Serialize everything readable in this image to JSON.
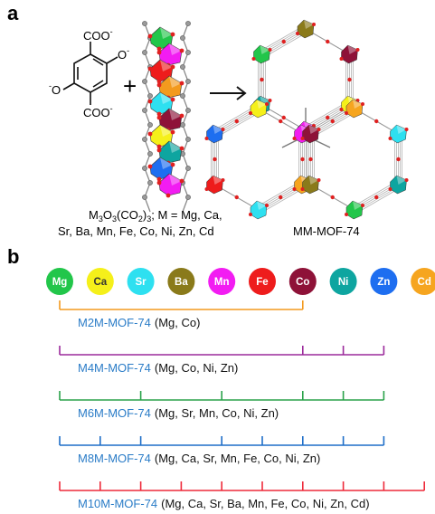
{
  "panel_a": {
    "label": "a",
    "linker_groups": {
      "top": "COO",
      "top_charge": "-",
      "right_o": "O",
      "right_charge": "-",
      "left_o": "O",
      "left_charge": "-",
      "bottom": "COO",
      "bottom_charge": "-"
    },
    "plus": "+",
    "arrow": "→",
    "caption_line1_prefix": "M",
    "caption_line1_sub1": "3",
    "caption_line1_o": "O",
    "caption_line1_sub2": "3",
    "caption_line1_co": "(CO",
    "caption_line1_sub3": "2",
    "caption_line1_close": ")",
    "caption_line1_sub4": "3",
    "caption_line1_rest": "; M = Mg, Ca,",
    "caption_line2": "Sr, Ba, Mn, Fe, Co, Ni, Zn, Cd",
    "product_label": "MM-MOF-74"
  },
  "panel_b": {
    "label": "b",
    "metals": [
      {
        "symbol": "Mg",
        "color": "#22c64a",
        "text_color": "#ffffff"
      },
      {
        "symbol": "Ca",
        "color": "#f5f01a",
        "text_color": "#333333"
      },
      {
        "symbol": "Sr",
        "color": "#2ee0f0",
        "text_color": "#ffffff"
      },
      {
        "symbol": "Ba",
        "color": "#8a7a1a",
        "text_color": "#ffffff"
      },
      {
        "symbol": "Mn",
        "color": "#f21cf2",
        "text_color": "#ffffff"
      },
      {
        "symbol": "Fe",
        "color": "#ee1c1c",
        "text_color": "#ffffff"
      },
      {
        "symbol": "Co",
        "color": "#8e1238",
        "text_color": "#ffffff"
      },
      {
        "symbol": "Ni",
        "color": "#0ea5a0",
        "text_color": "#ffffff"
      },
      {
        "symbol": "Zn",
        "color": "#1e6ef0",
        "text_color": "#ffffff"
      },
      {
        "symbol": "Cd",
        "color": "#f6a51f",
        "text_color": "#ffffff"
      }
    ],
    "series": [
      {
        "name": "M2M-MOF-74",
        "metals_text": "(Mg, Co)",
        "line_color": "#f39a1e",
        "members": [
          0,
          6
        ]
      },
      {
        "name": "M4M-MOF-74",
        "metals_text": "(Mg, Co, Ni, Zn)",
        "line_color": "#9b2a9b",
        "members": [
          0,
          6,
          7,
          8
        ]
      },
      {
        "name": "M6M-MOF-74",
        "metals_text": "(Mg, Sr, Mn, Co, Ni, Zn)",
        "line_color": "#2aa24a",
        "members": [
          0,
          2,
          4,
          6,
          7,
          8
        ]
      },
      {
        "name": "M8M-MOF-74",
        "metals_text": "(Mg, Ca, Sr, Mn, Fe, Co, Ni, Zn)",
        "line_color": "#1e6ec8",
        "members": [
          0,
          1,
          2,
          4,
          5,
          6,
          7,
          8
        ]
      },
      {
        "name": "M10M-MOF-74",
        "metals_text": "(Mg, Ca, Sr, Ba, Mn, Fe, Co, Ni, Zn, Cd)",
        "line_color": "#ee2a3a",
        "members": [
          0,
          1,
          2,
          3,
          4,
          5,
          6,
          7,
          8,
          9
        ]
      }
    ],
    "series_name_color": "#2a7cc7"
  }
}
